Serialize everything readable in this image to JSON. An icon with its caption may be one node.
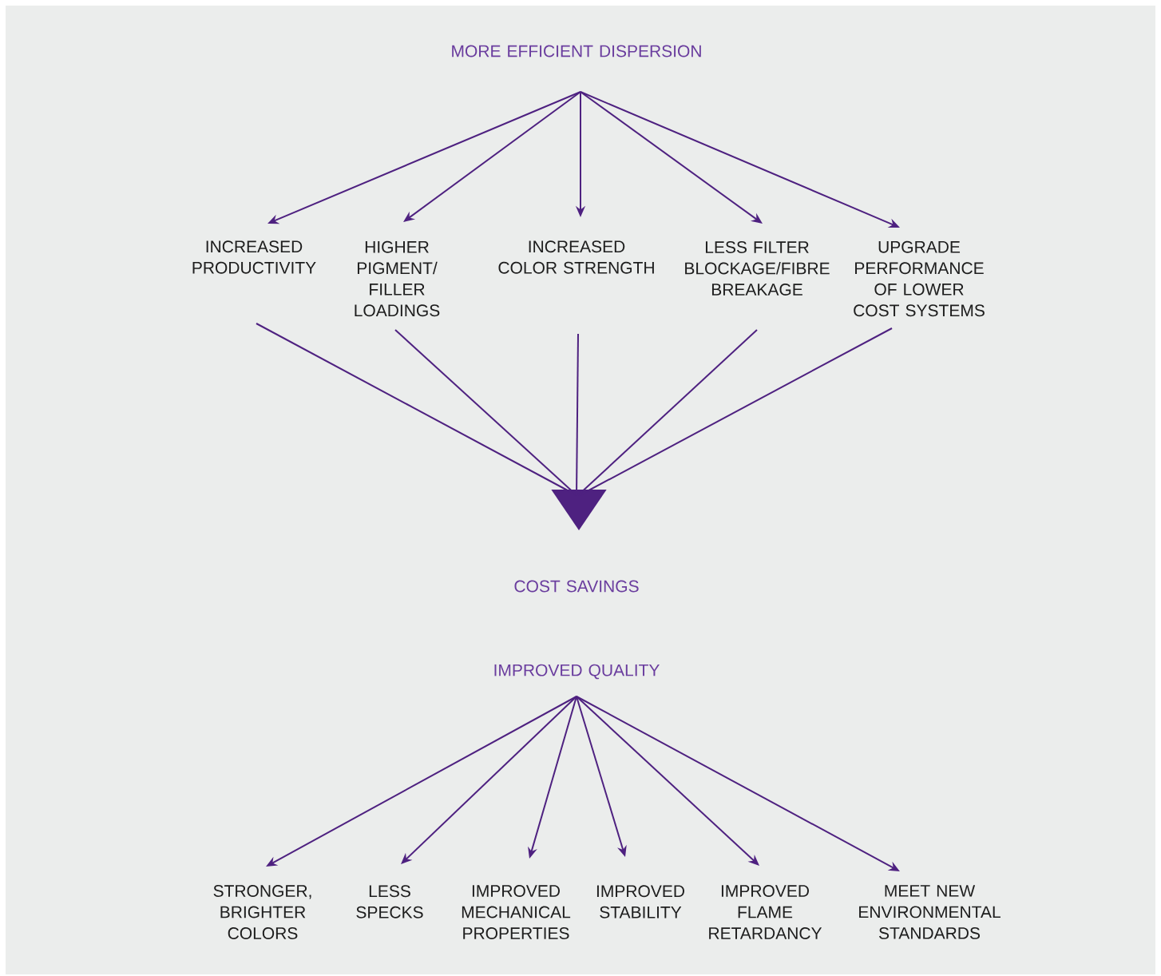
{
  "diagram": {
    "nodes": [
      {
        "text": [
          "MORE EFFICIENT DISPERSION"
        ]
      },
      {
        "text": [
          "INCREASED PRODUCTIVITY"
        ]
      },
      {
        "text": [
          "HIGHER PIGMENT/ FILLER LOADINGS"
        ]
      },
      {
        "text": [
          "INCREASED COLOR STRENGTH"
        ]
      },
      {
        "text": [
          "LESS FILTER BLOCKAGE/FIBRE BREAKAGE"
        ]
      },
      {
        "text": [
          "UPGRADE PERFORMANCE OF LOWER COST SYSTEMS"
        ]
      },
      {
        "text": [],
        "shape": "triangle"
      },
      {
        "text": [
          "COST SAVINGS"
        ]
      },
      {
        "text": [
          "IMPROVED QUALITY"
        ]
      },
      {
        "text": [
          "STRONGER, BRIGHTER COLORS"
        ]
      },
      {
        "text": [
          "LESS SPECKS"
        ]
      },
      {
        "text": [
          "IMPROVED MECHANICAL PROPERTIES"
        ]
      },
      {
        "text": [
          "IMPROVED STABILITY"
        ]
      },
      {
        "text": [
          "IMPROVED FLAME RETARDANCY"
        ]
      },
      {
        "text": [
          "MEET NEW ENVIRONMENTAL STANDARDS"
        ]
      }
    ],
    "edges": [
      {
        "from": 0,
        "to": 1,
        "arrow": "to"
      },
      {
        "from": 0,
        "to": 2,
        "arrow": "to"
      },
      {
        "from": 0,
        "to": 3,
        "arrow": "to"
      },
      {
        "from": 0,
        "to": 4,
        "arrow": "to"
      },
      {
        "from": 0,
        "to": 5,
        "arrow": "to"
      },
      {
        "from": 1,
        "to": 6,
        "arrow": "none"
      },
      {
        "from": 2,
        "to": 6,
        "arrow": "none"
      },
      {
        "from": 3,
        "to": 6,
        "arrow": "none"
      },
      {
        "from": 4,
        "to": 6,
        "arrow": "none"
      },
      {
        "from": 5,
        "to": 6,
        "arrow": "none"
      },
      {
        "from": 8,
        "to": 9,
        "arrow": "to"
      },
      {
        "from": 8,
        "to": 10,
        "arrow": "to"
      },
      {
        "from": 8,
        "to": 11,
        "arrow": "to"
      },
      {
        "from": 8,
        "to": 12,
        "arrow": "to"
      },
      {
        "from": 8,
        "to": 13,
        "arrow": "to"
      },
      {
        "from": 8,
        "to": 14,
        "arrow": "to"
      }
    ]
  }
}
